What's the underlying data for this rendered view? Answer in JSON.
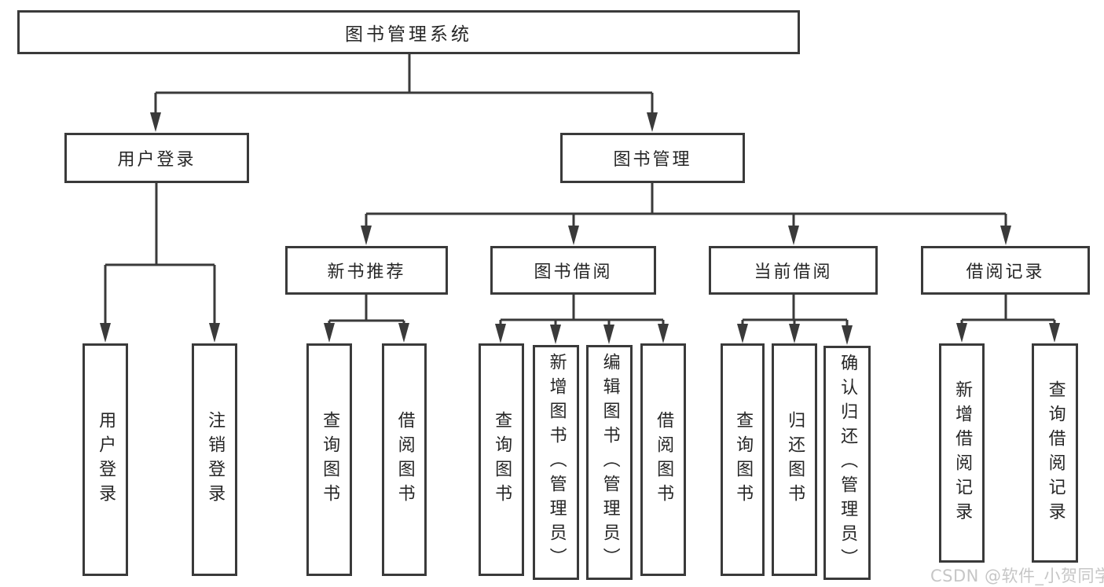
{
  "diagram": {
    "root": {
      "label": "图书管理系统"
    },
    "branches": [
      {
        "label": "用户登录",
        "children": [
          {
            "label": "用户登录"
          },
          {
            "label": "注销登录"
          }
        ]
      },
      {
        "label": "图书管理",
        "children": [
          {
            "label": "新书推荐",
            "children": [
              {
                "label": "查询图书"
              },
              {
                "label": "借阅图书"
              }
            ]
          },
          {
            "label": "图书借阅",
            "children": [
              {
                "label": "查询图书"
              },
              {
                "label": "新增图书（管理员）"
              },
              {
                "label": "编辑图书（管理员）"
              },
              {
                "label": "借阅图书"
              }
            ]
          },
          {
            "label": "当前借阅",
            "children": [
              {
                "label": "查询图书"
              },
              {
                "label": "归还图书"
              },
              {
                "label": "确认归还（管理员）"
              }
            ]
          },
          {
            "label": "借阅记录",
            "children": [
              {
                "label": "新增借阅记录"
              },
              {
                "label": "查询借阅记录"
              }
            ]
          }
        ]
      }
    ]
  },
  "watermark": {
    "text": "CSDN @软件_小贺同学"
  },
  "colors": {
    "line": "#3a3a3a",
    "text": "#262626",
    "background": "#ffffff",
    "watermark": "#c6c6c6"
  }
}
